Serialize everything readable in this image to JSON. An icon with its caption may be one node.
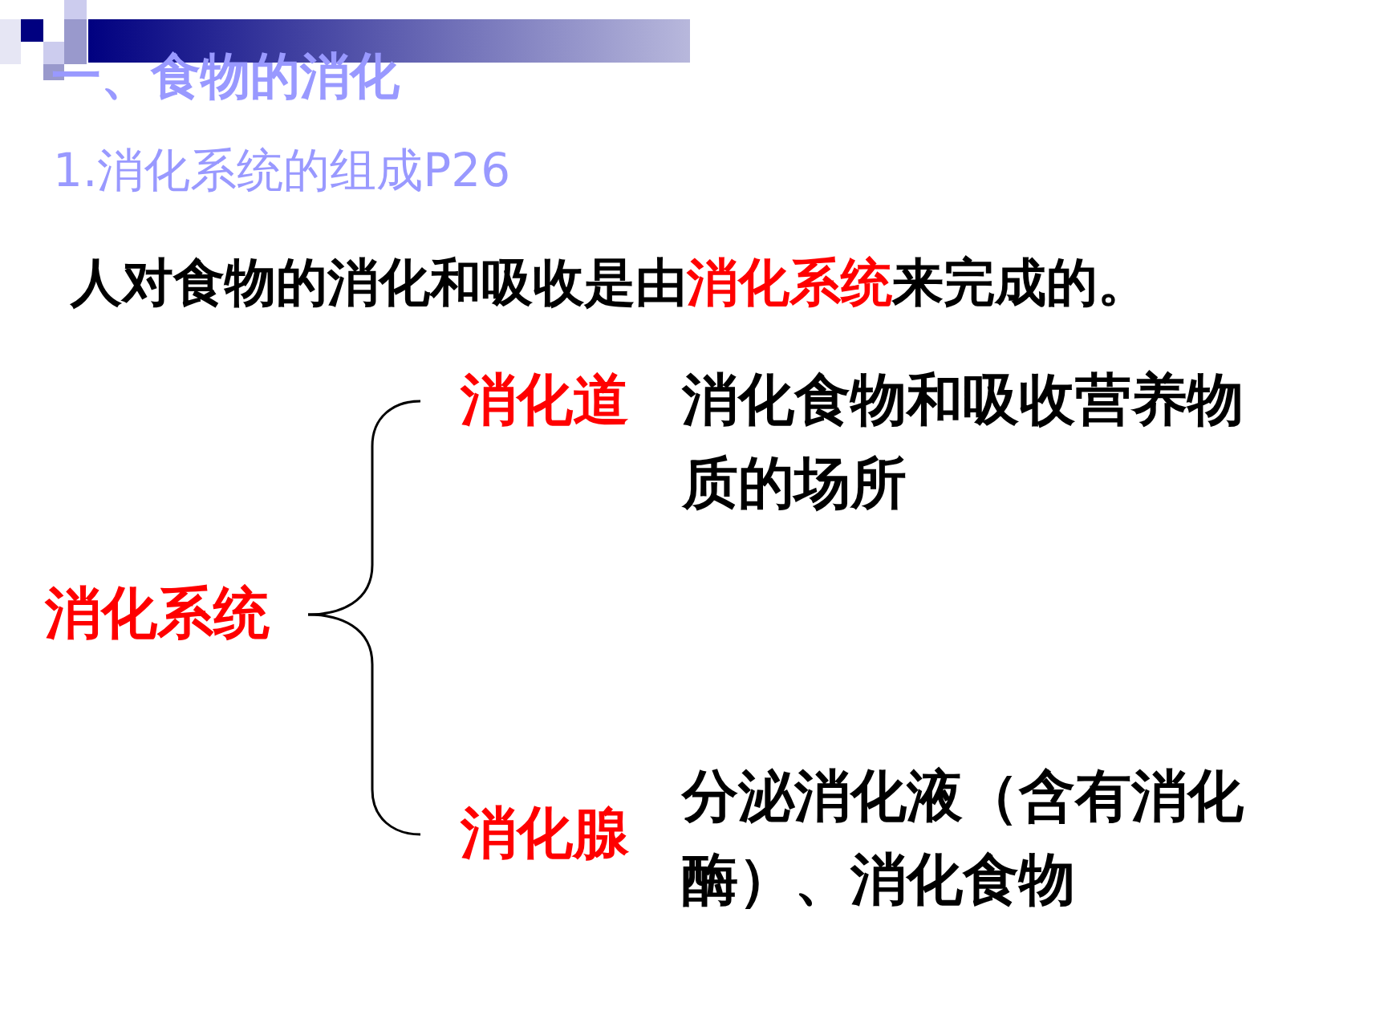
{
  "diagram": {
    "title": "一、食物的消化",
    "nodes": [
      {
        "text": [
          "消化系统"
        ]
      },
      {
        "text": [
          "消化道"
        ],
        "beside": [
          "消化食物和吸收营养物质的场所"
        ]
      },
      {
        "text": [
          "消化腺"
        ],
        "beside": [
          "分泌消化液（含有消化酶）、消化食物"
        ]
      }
    ],
    "edges": [
      {
        "from": 0,
        "to": 1,
        "arrow": "none"
      },
      {
        "from": 0,
        "to": 2,
        "arrow": "none"
      }
    ],
    "labels": [
      "1.消化系统的组成P26",
      "人对食物的消化和吸收是由**消化系统**来完成的。"
    ]
  }
}
